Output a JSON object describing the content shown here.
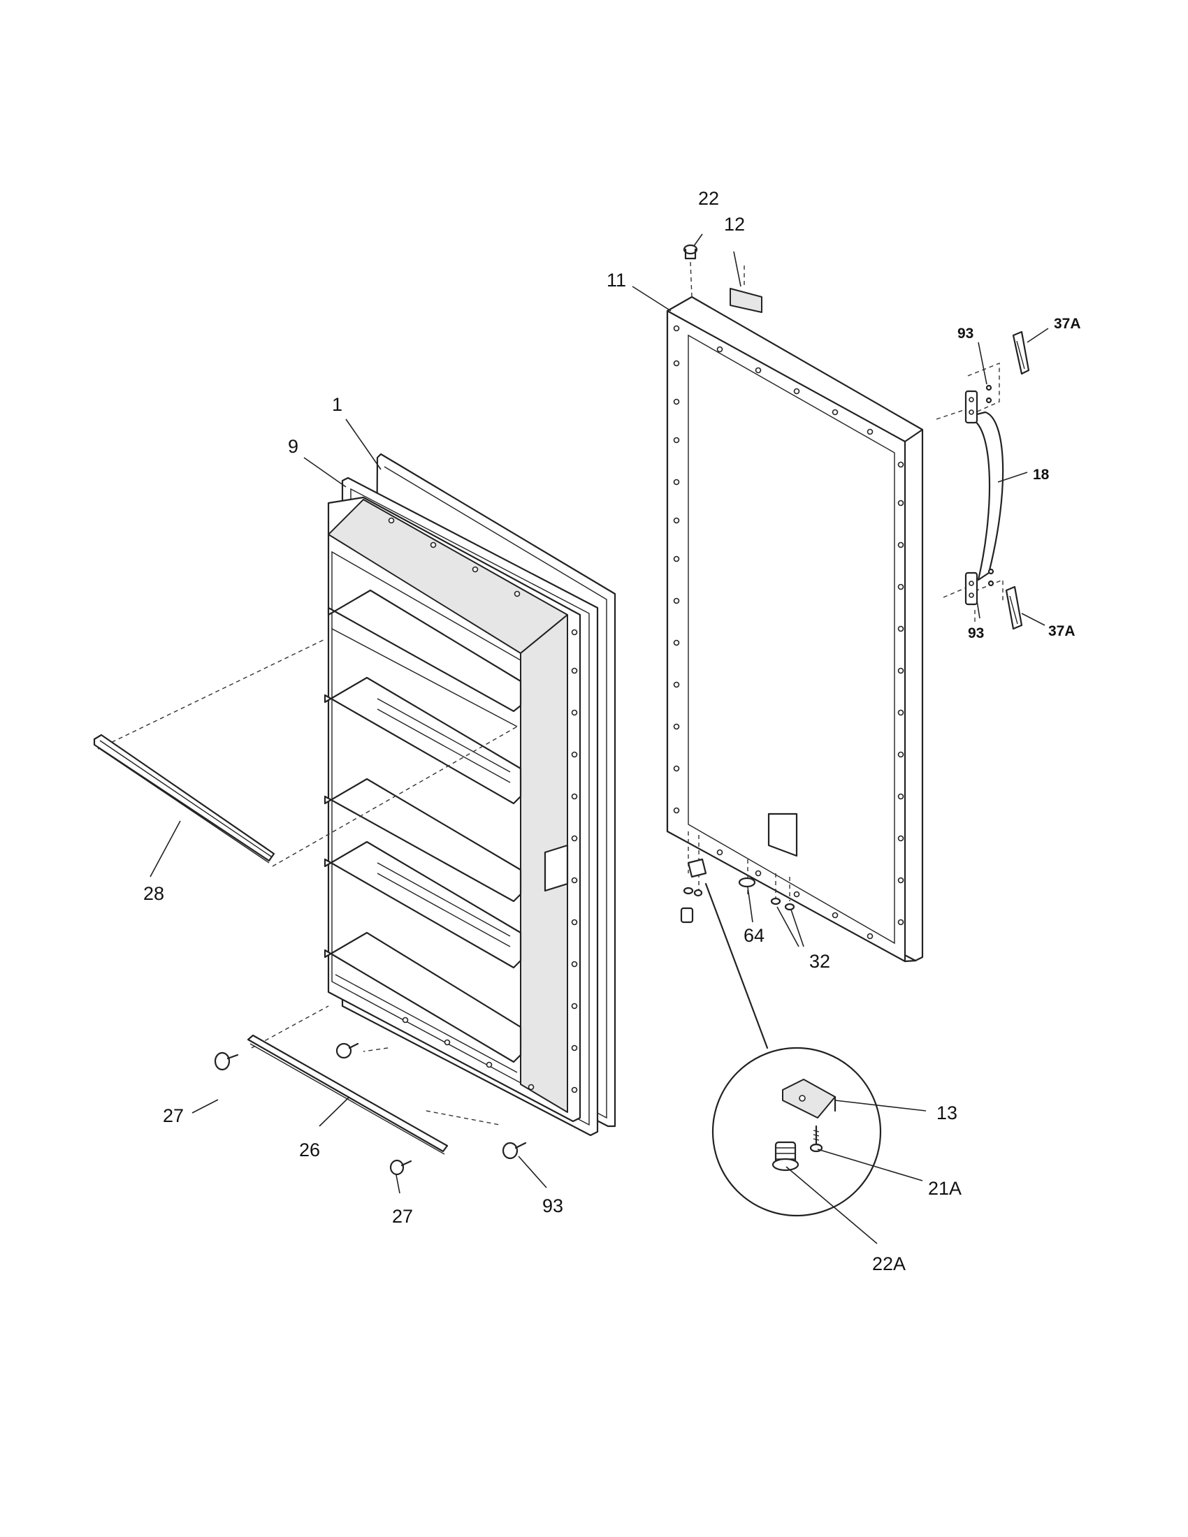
{
  "diagram": {
    "labels": {
      "p1": "1",
      "p9": "9",
      "p28": "28",
      "p27a": "27",
      "p26": "26",
      "p27b": "27",
      "p93a": "93",
      "p22": "22",
      "p12": "12",
      "p11": "11",
      "p93b": "93",
      "p37a1": "37A",
      "p18": "18",
      "p93c": "93",
      "p37a2": "37A",
      "p64": "64",
      "p32": "32",
      "p13": "13",
      "p21a": "21A",
      "p22a": "22A"
    }
  }
}
